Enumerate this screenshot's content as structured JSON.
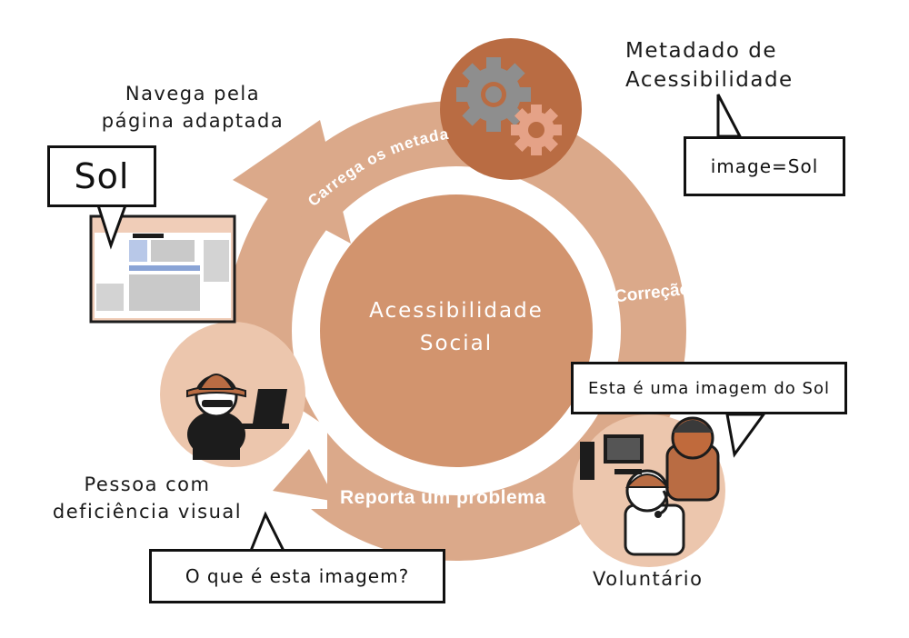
{
  "center": {
    "line1": "Acessibilidade",
    "line2": "Social"
  },
  "arc_labels": {
    "load": "Carrega os metadados",
    "correction": "Correção",
    "report": "Reporta um problema"
  },
  "browse": {
    "line1": "Navega pela",
    "line2": "página adaptada",
    "bubble": "Sol"
  },
  "metadata": {
    "line1": "Metadado de",
    "line2": "Acessibilidade",
    "bubble": "image=Sol"
  },
  "volunteer": {
    "label": "Voluntário",
    "bubble": "Esta é uma imagem do Sol"
  },
  "user": {
    "line1": "Pessoa com",
    "line2": "deficiência visual",
    "bubble": "O que é esta imagem?"
  },
  "colors": {
    "ring": "#dba98a",
    "ring_dark": "#c88a65",
    "core": "#d2946e",
    "gear_disc": "#b96c43",
    "gear_grey": "#8e8e8e",
    "gear_salmon": "#e5a287",
    "person_disc": "#ecc6ad",
    "text": "#1a1a1a"
  },
  "icons": [
    "gear-icon",
    "browser-window-icon",
    "user-with-laptop-icon",
    "volunteer-headset-icon",
    "computer-icon"
  ]
}
